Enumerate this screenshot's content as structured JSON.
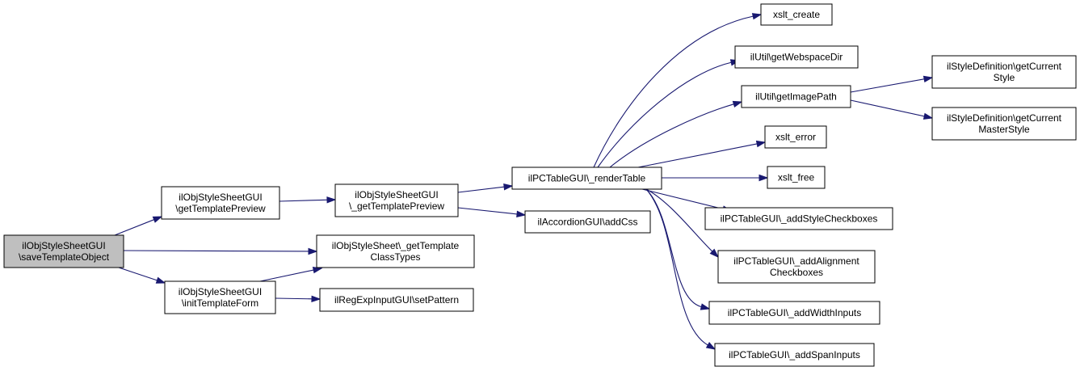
{
  "graph": {
    "colors": {
      "edge": "#191970",
      "root_fill": "#bfbfbf",
      "node_fill": "#ffffff",
      "node_border": "#000000"
    },
    "nodes": [
      {
        "id": "saveTemplateObject",
        "lines": [
          "ilObjStyleSheetGUI",
          "\\saveTemplateObject"
        ],
        "root": true
      },
      {
        "id": "getTemplatePreview",
        "lines": [
          "ilObjStyleSheetGUI",
          "\\getTemplatePreview"
        ]
      },
      {
        "id": "getTemplateClassTypes",
        "lines": [
          "ilObjStyleSheet\\_getTemplate",
          "ClassTypes"
        ]
      },
      {
        "id": "initTemplateForm",
        "lines": [
          "ilObjStyleSheetGUI",
          "\\initTemplateForm"
        ]
      },
      {
        "id": "_getTemplatePreview",
        "lines": [
          "ilObjStyleSheetGUI",
          "\\_getTemplatePreview"
        ]
      },
      {
        "id": "setPattern",
        "lines": [
          "ilRegExpInputGUI\\setPattern"
        ]
      },
      {
        "id": "renderTable",
        "lines": [
          "ilPCTableGUI\\_renderTable"
        ]
      },
      {
        "id": "addCss",
        "lines": [
          "ilAccordionGUI\\addCss"
        ]
      },
      {
        "id": "xslt_create",
        "lines": [
          "xslt_create"
        ]
      },
      {
        "id": "getWebspaceDir",
        "lines": [
          "ilUtil\\getWebspaceDir"
        ]
      },
      {
        "id": "getImagePath",
        "lines": [
          "ilUtil\\getImagePath"
        ]
      },
      {
        "id": "xslt_error",
        "lines": [
          "xslt_error"
        ]
      },
      {
        "id": "xslt_free",
        "lines": [
          "xslt_free"
        ]
      },
      {
        "id": "addStyleCheckboxes",
        "lines": [
          "ilPCTableGUI\\_addStyleCheckboxes"
        ]
      },
      {
        "id": "addAlignmentCheckboxes",
        "lines": [
          "ilPCTableGUI\\_addAlignment",
          "Checkboxes"
        ]
      },
      {
        "id": "addWidthInputs",
        "lines": [
          "ilPCTableGUI\\_addWidthInputs"
        ]
      },
      {
        "id": "addSpanInputs",
        "lines": [
          "ilPCTableGUI\\_addSpanInputs"
        ]
      },
      {
        "id": "getCurrentStyle",
        "lines": [
          "ilStyleDefinition\\getCurrent",
          "Style"
        ]
      },
      {
        "id": "getCurrentMasterStyle",
        "lines": [
          "ilStyleDefinition\\getCurrent",
          "MasterStyle"
        ]
      }
    ],
    "edges": [
      {
        "from": "saveTemplateObject",
        "to": "getTemplatePreview"
      },
      {
        "from": "saveTemplateObject",
        "to": "getTemplateClassTypes"
      },
      {
        "from": "saveTemplateObject",
        "to": "initTemplateForm"
      },
      {
        "from": "getTemplatePreview",
        "to": "_getTemplatePreview"
      },
      {
        "from": "initTemplateForm",
        "to": "getTemplateClassTypes"
      },
      {
        "from": "initTemplateForm",
        "to": "setPattern"
      },
      {
        "from": "_getTemplatePreview",
        "to": "renderTable"
      },
      {
        "from": "_getTemplatePreview",
        "to": "addCss"
      },
      {
        "from": "renderTable",
        "to": "xslt_create"
      },
      {
        "from": "renderTable",
        "to": "getWebspaceDir"
      },
      {
        "from": "renderTable",
        "to": "getImagePath"
      },
      {
        "from": "renderTable",
        "to": "xslt_error"
      },
      {
        "from": "renderTable",
        "to": "xslt_free"
      },
      {
        "from": "renderTable",
        "to": "addStyleCheckboxes"
      },
      {
        "from": "renderTable",
        "to": "addAlignmentCheckboxes"
      },
      {
        "from": "renderTable",
        "to": "addWidthInputs"
      },
      {
        "from": "renderTable",
        "to": "addSpanInputs"
      },
      {
        "from": "getImagePath",
        "to": "getCurrentStyle"
      },
      {
        "from": "getImagePath",
        "to": "getCurrentMasterStyle"
      }
    ]
  }
}
